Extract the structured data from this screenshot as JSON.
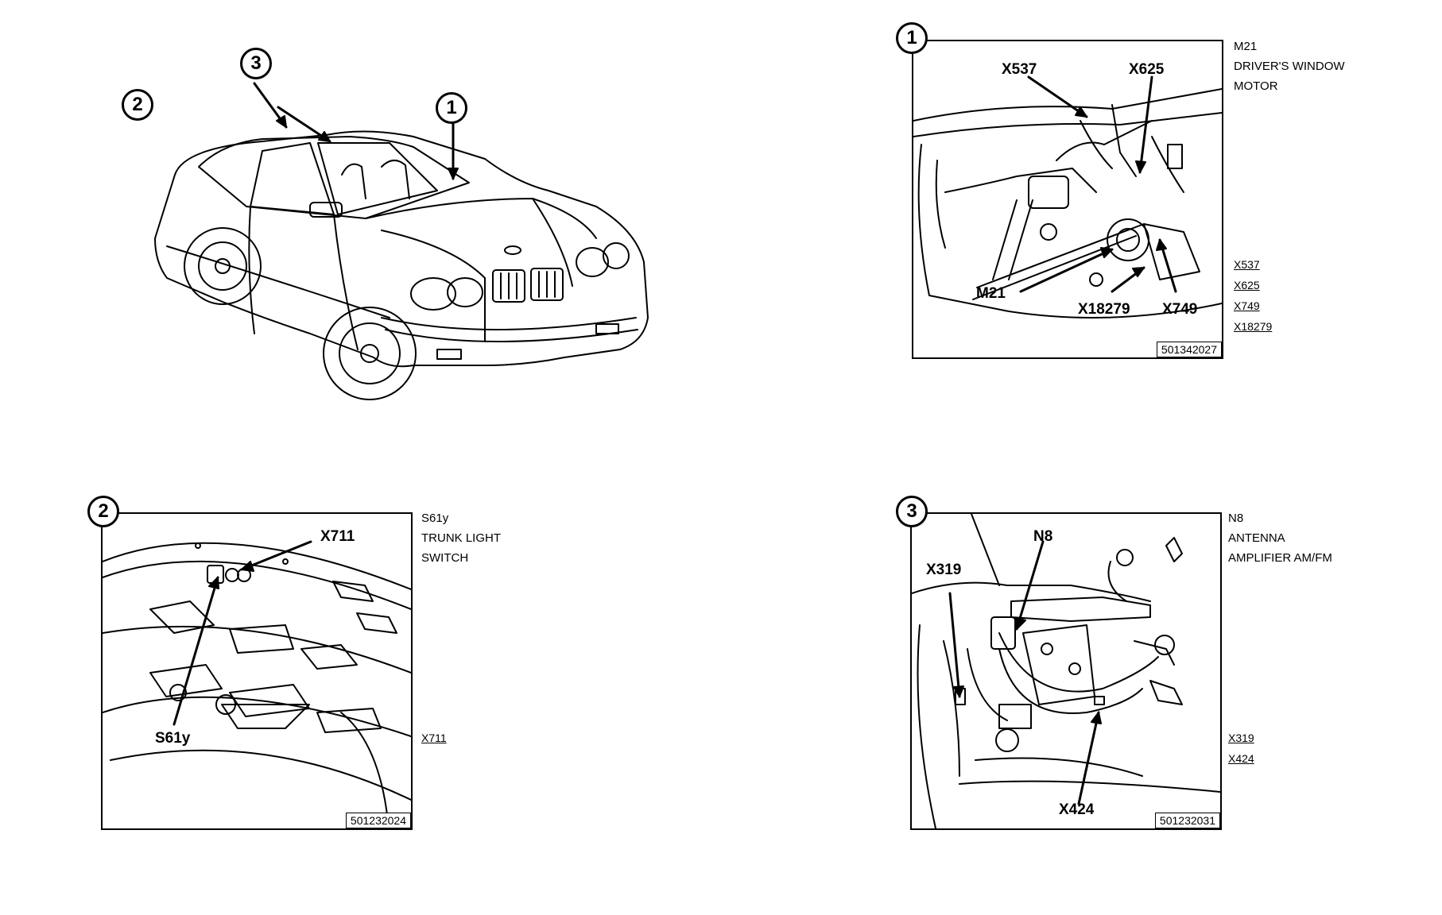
{
  "overview": {
    "markers": [
      "1",
      "2",
      "3"
    ]
  },
  "panels": [
    {
      "marker": "1",
      "description": [
        "M21",
        "DRIVER'S WINDOW",
        "MOTOR"
      ],
      "callouts": [
        "X537",
        "X625",
        "M21",
        "X18279",
        "X749"
      ],
      "refs": [
        "X537",
        "X625",
        "X749",
        "X18279"
      ],
      "image_number": "501342027"
    },
    {
      "marker": "2",
      "description": [
        "S61y",
        "TRUNK LIGHT",
        "SWITCH"
      ],
      "callouts": [
        "X711",
        "S61y"
      ],
      "refs": [
        "X711"
      ],
      "image_number": "501232024"
    },
    {
      "marker": "3",
      "description": [
        "N8",
        "ANTENNA",
        "AMPLIFIER AM/FM"
      ],
      "callouts": [
        "N8",
        "X319",
        "X424"
      ],
      "refs": [
        "X319",
        "X424"
      ],
      "image_number": "501232031"
    }
  ]
}
